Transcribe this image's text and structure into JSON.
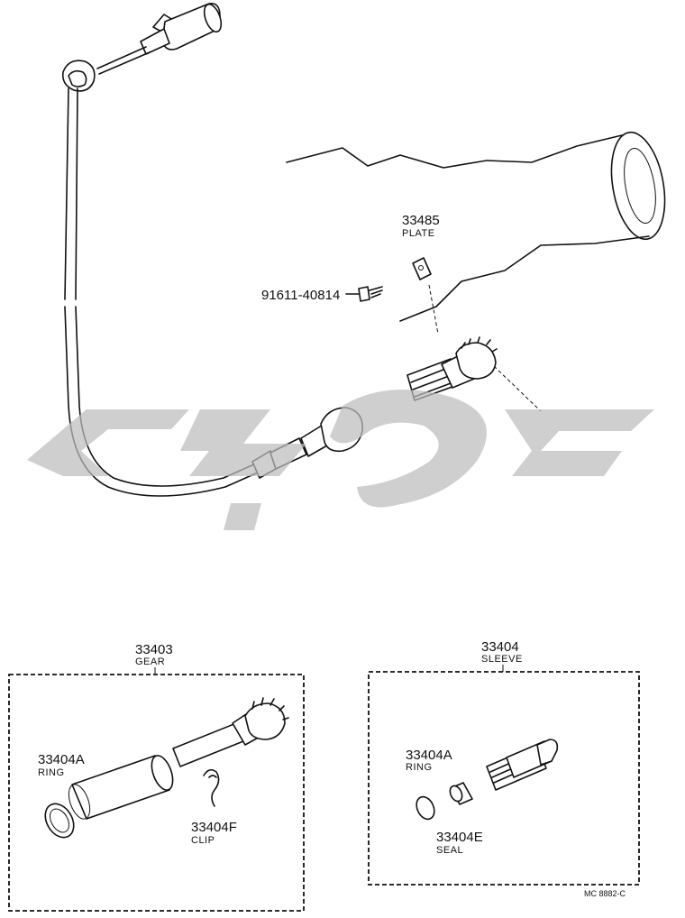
{
  "parts": {
    "plate": {
      "number": "33485",
      "name": "PLATE"
    },
    "bolt": {
      "number": "91611-40814"
    },
    "gear": {
      "number": "33403",
      "name": "GEAR"
    },
    "sleeve": {
      "number": "33404",
      "name": "SLEEVE"
    },
    "ring_left": {
      "number": "33404A",
      "name": "RING"
    },
    "clip": {
      "number": "33404F",
      "name": "CLIP"
    },
    "ring_right": {
      "number": "33404A",
      "name": "RING"
    },
    "seal": {
      "number": "33404E",
      "name": "SEAL"
    }
  },
  "footer": {
    "code": "MC 8882-C"
  },
  "colors": {
    "ink": "#111111",
    "watermark": "#bdbdbd",
    "background": "#ffffff"
  }
}
